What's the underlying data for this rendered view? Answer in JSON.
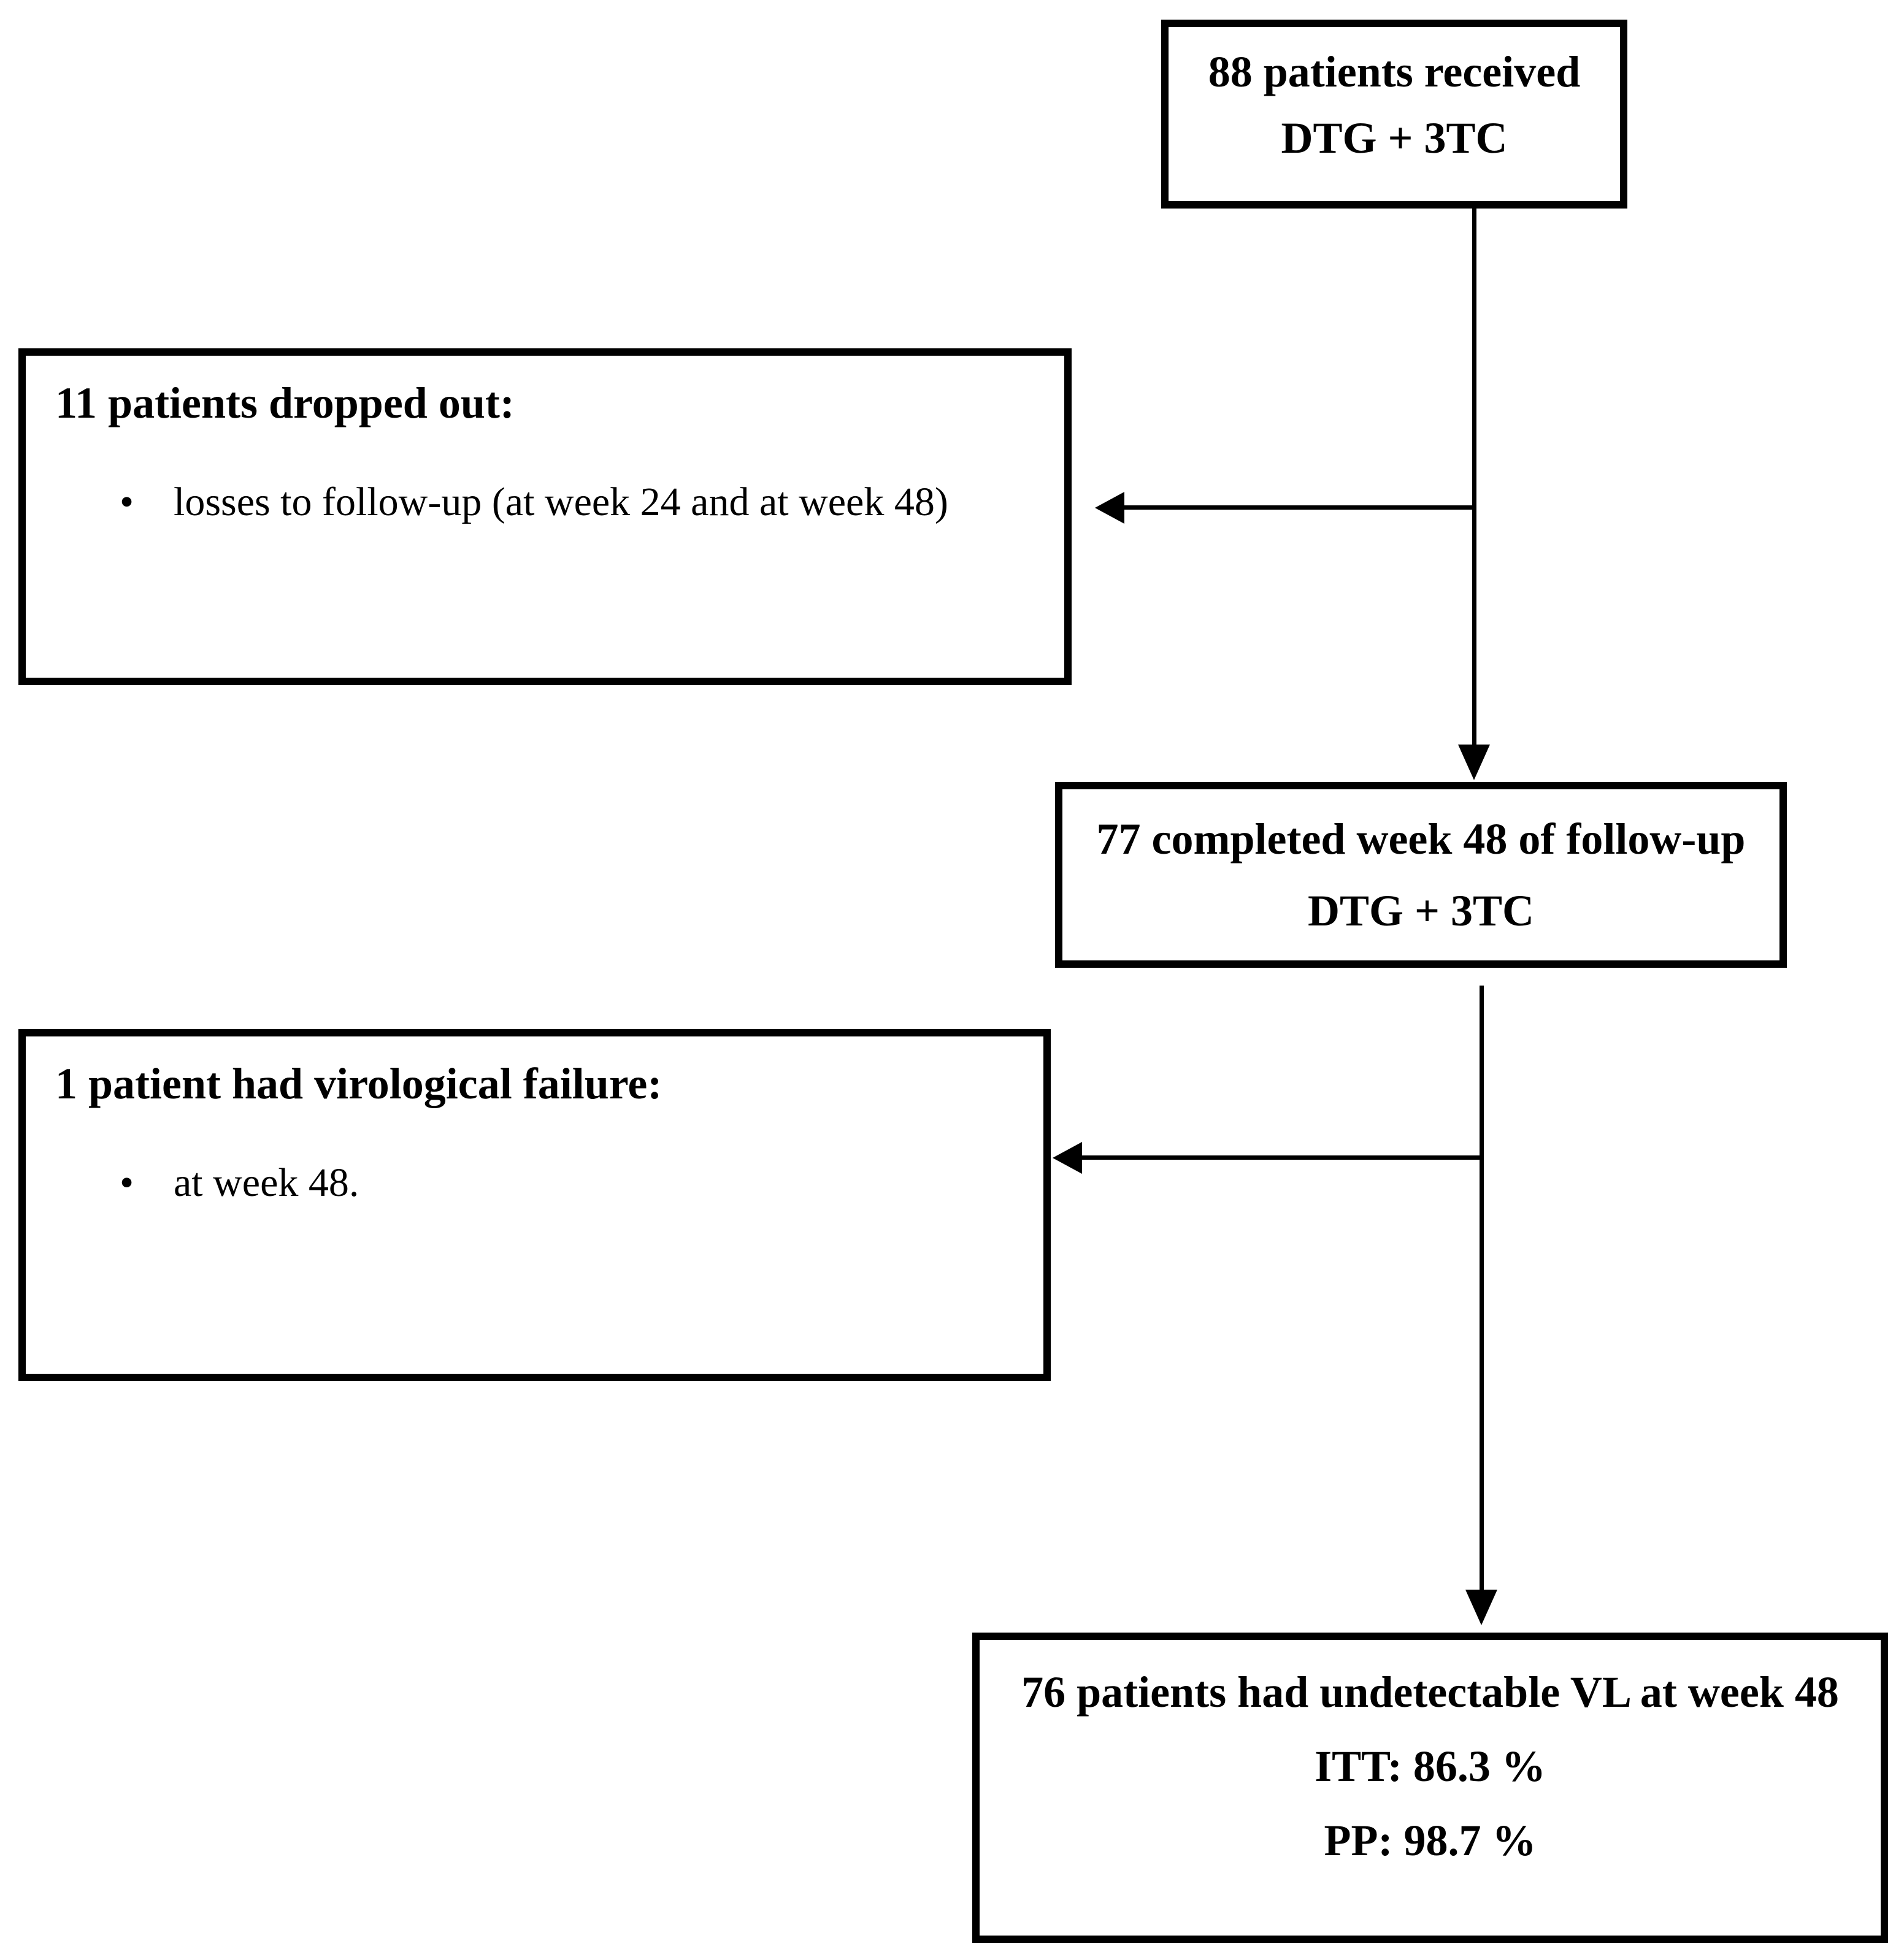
{
  "flowchart": {
    "enrollment_box": {
      "line1": "88 patients received",
      "line2": "DTG + 3TC"
    },
    "dropout_box": {
      "title": "11 patients dropped out:",
      "bullet_char": "•",
      "bullets": [
        "losses to follow-up (at week 24 and at week 48)"
      ]
    },
    "completed_box": {
      "line1": "77 completed week 48 of follow-up",
      "line2": "DTG + 3TC"
    },
    "failure_box": {
      "title": "1 patient had virological failure:",
      "bullet_char": "•",
      "bullets": [
        "at week 48."
      ]
    },
    "outcome_box": {
      "line1": "76 patients had undetectable VL at week 48",
      "line2": "ITT: 86.3 %",
      "line3": "PP: 98.7 %"
    },
    "colors": {
      "ink": "#000000",
      "background": "#ffffff"
    }
  }
}
